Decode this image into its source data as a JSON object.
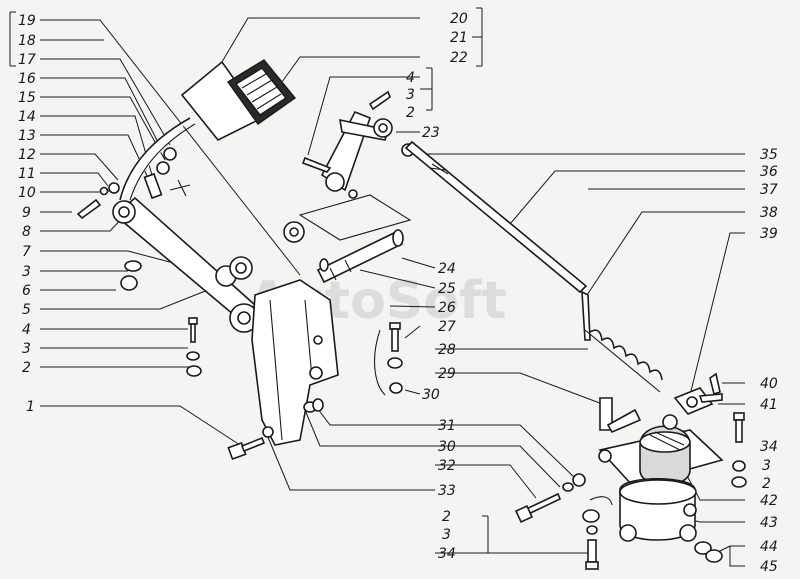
{
  "watermark": "AutoSoft",
  "labels_left": [
    "19",
    "18",
    "17",
    "16",
    "15",
    "14",
    "13",
    "12",
    "11",
    "10",
    "9",
    "8",
    "7",
    "3",
    "6",
    "5",
    "4",
    "3",
    "2",
    "1"
  ],
  "labels_right": [
    "20",
    "21",
    "22",
    "4",
    "3",
    "2",
    "23",
    "35",
    "36",
    "37",
    "38",
    "39",
    "24",
    "25",
    "26",
    "27",
    "28",
    "29",
    "30",
    "31",
    "30",
    "32",
    "33",
    "40",
    "41",
    "34",
    "3",
    "2",
    "42",
    "43",
    "2",
    "3",
    "34",
    "44",
    "45"
  ]
}
